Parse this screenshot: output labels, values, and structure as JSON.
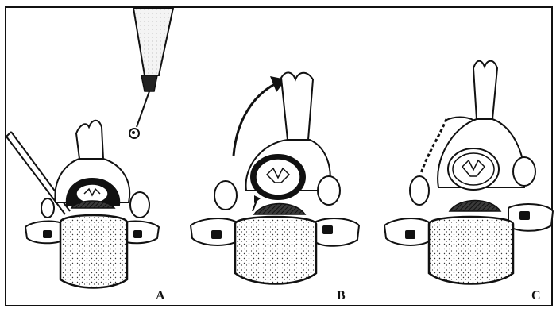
{
  "figure": {
    "panels": [
      {
        "label": "A"
      },
      {
        "label": "B"
      },
      {
        "label": "C"
      }
    ]
  },
  "colors": {
    "ink": "#111111",
    "bone_fill": "#ffffff",
    "cord_fill": "#1a1a1a",
    "background": "#ffffff"
  },
  "icons": {
    "drill": "surgical-burr-icon",
    "probe": "surgical-probe-icon",
    "hinge_arrow": "curved-arrow-icon"
  }
}
